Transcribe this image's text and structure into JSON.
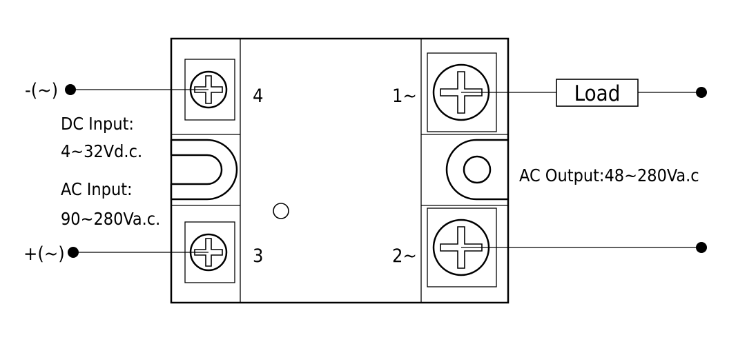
{
  "terminals": {
    "t4": {
      "label": "4",
      "polarity": "-(~)"
    },
    "t3": {
      "label": "3",
      "polarity": "+(~)"
    },
    "t1": {
      "label": "1~"
    },
    "t2": {
      "label": "2~"
    }
  },
  "inputs": {
    "dc_title": "DC Input:",
    "dc_range": "4~32Vd.c.",
    "ac_title": "AC Input:",
    "ac_range": "90~280Va.c."
  },
  "output": {
    "label": "AC Output:48~280Va.c"
  },
  "load": {
    "label": "Load"
  }
}
